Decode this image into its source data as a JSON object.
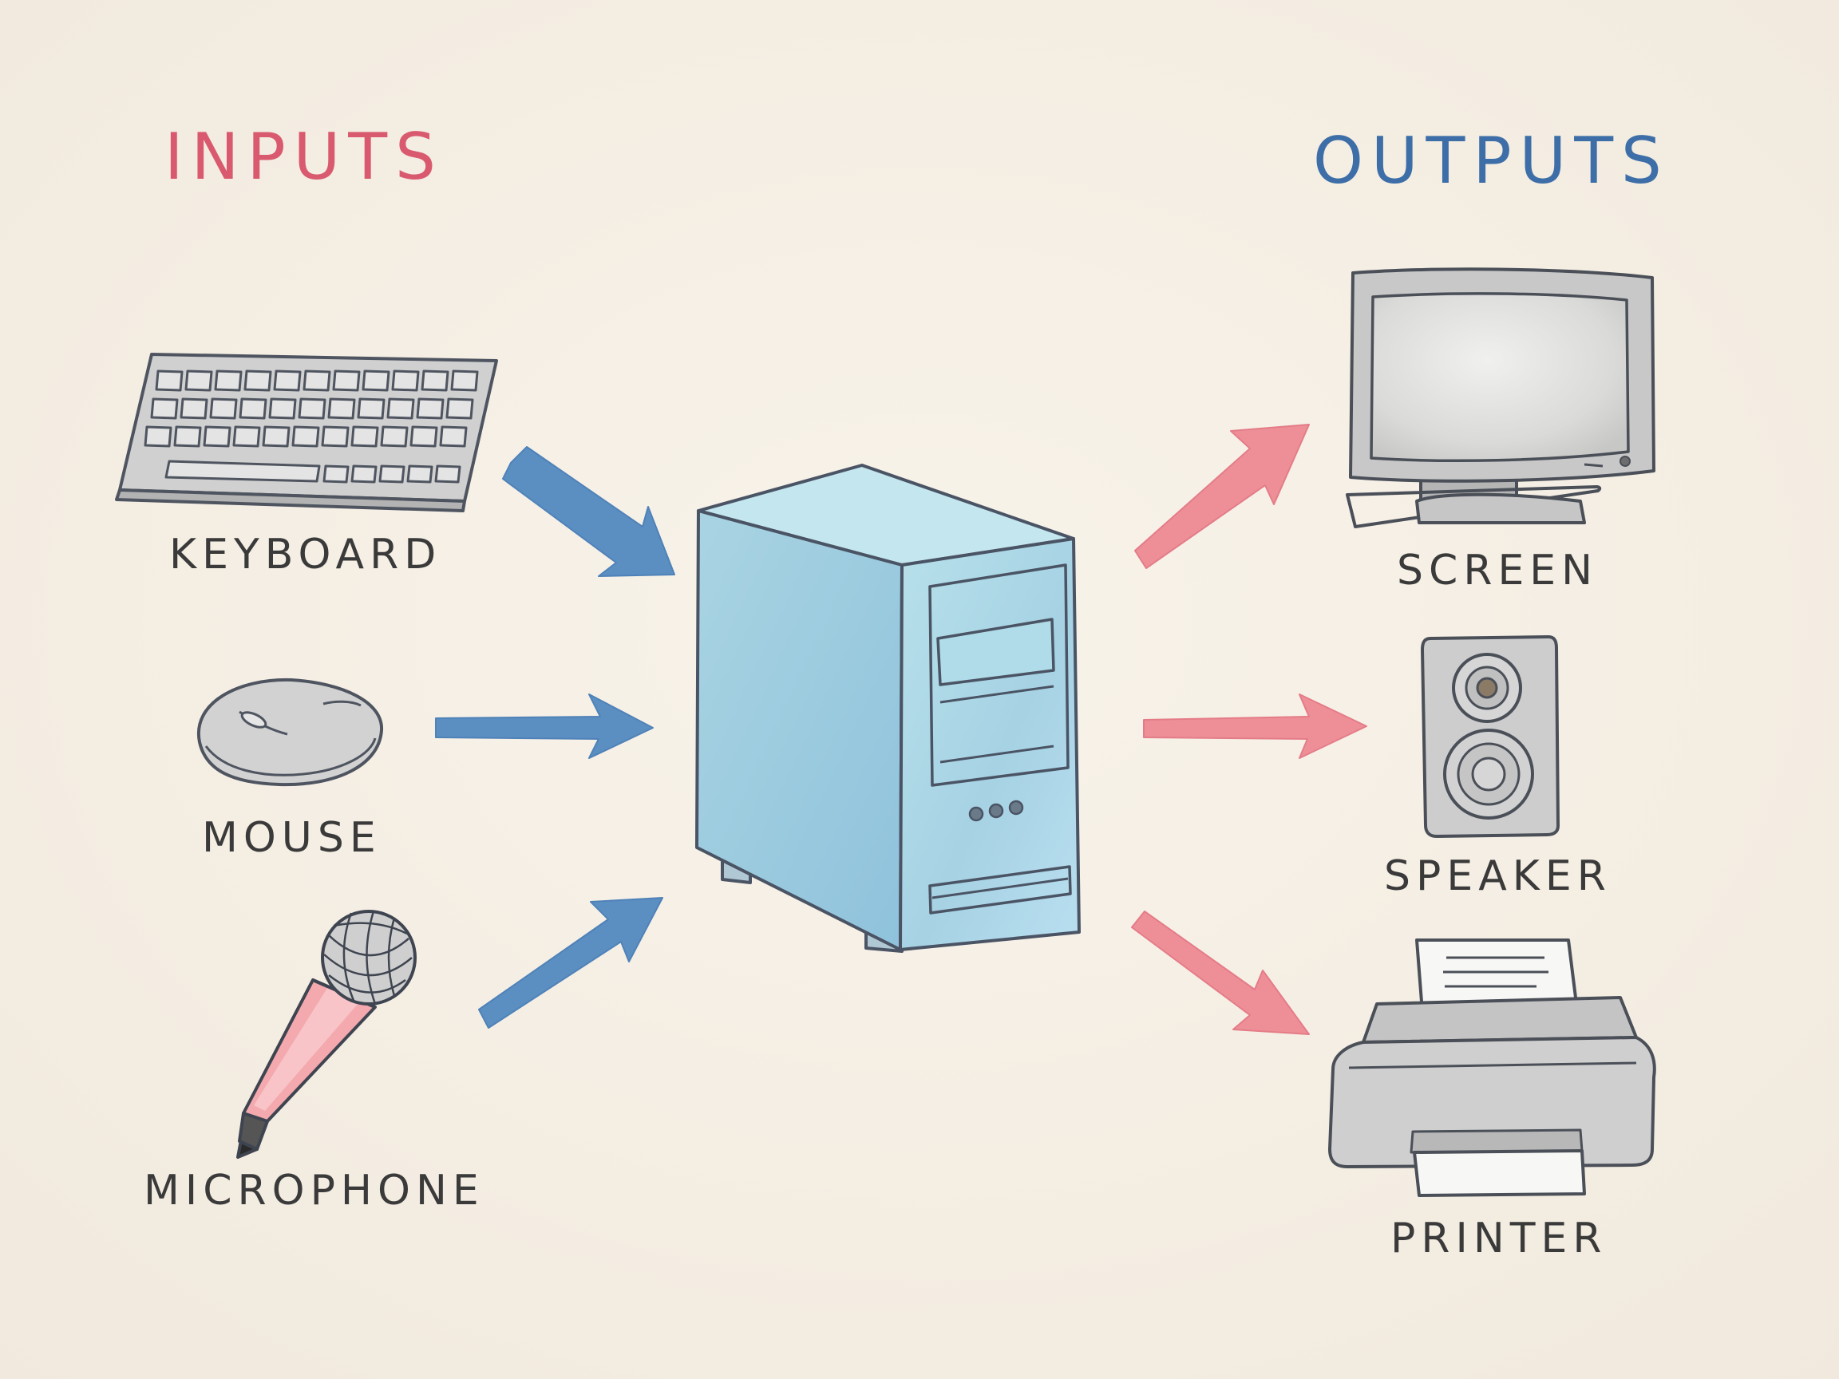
{
  "headings": {
    "inputs": "INPUTS",
    "outputs": "OUTPUTS"
  },
  "inputs": [
    {
      "label": "KEYBOARD",
      "icon": "keyboard-icon"
    },
    {
      "label": "MOUSE",
      "icon": "mouse-icon"
    },
    {
      "label": "MICROPHONE",
      "icon": "microphone-icon"
    }
  ],
  "center": {
    "icon": "computer-tower-icon"
  },
  "outputs": [
    {
      "label": "SCREEN",
      "icon": "monitor-icon"
    },
    {
      "label": "SPEAKER",
      "icon": "speaker-icon"
    },
    {
      "label": "PRINTER",
      "icon": "printer-icon"
    }
  ],
  "colors": {
    "background": "#f5efe6",
    "inputs_heading": "#d95a6e",
    "outputs_heading": "#3d6ea8",
    "input_arrow": "#5b8fc2",
    "output_arrow": "#ee8f98",
    "tower": "#a9d6e4",
    "device_gray": "#cfcfcf",
    "mic_pink": "#f3a9ae",
    "ink": "#4a5464"
  }
}
